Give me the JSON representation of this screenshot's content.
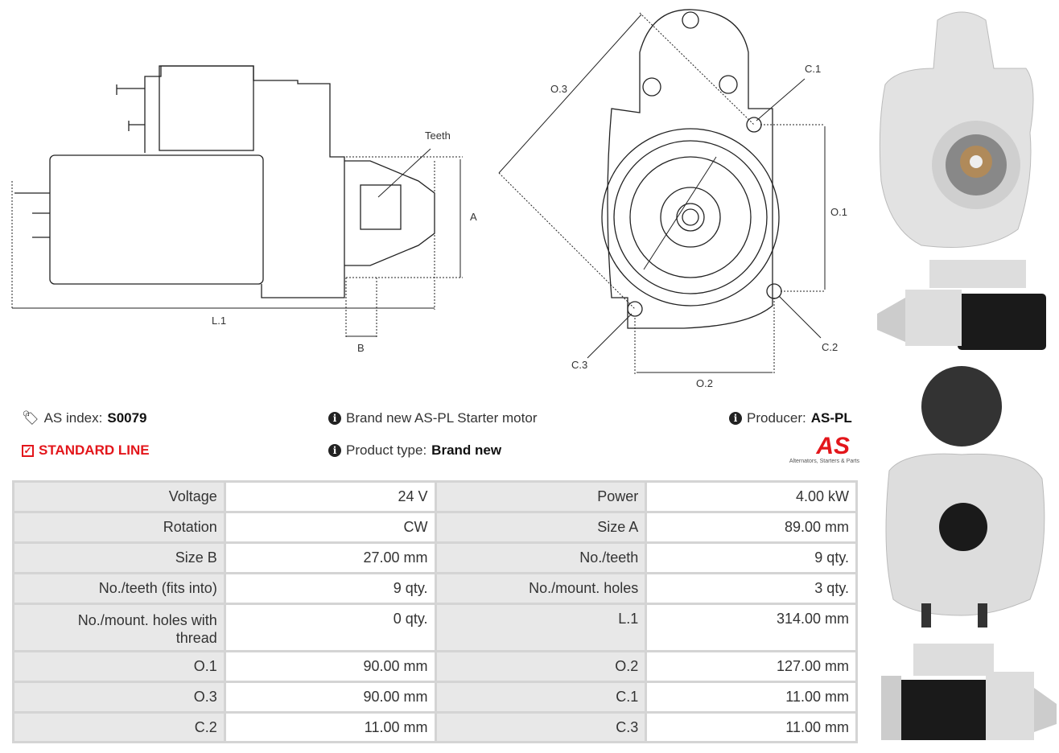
{
  "diagram_labels": {
    "teeth": "Teeth",
    "a": "A",
    "b": "B",
    "l1": "L.1",
    "o1": "O.1",
    "o2": "O.2",
    "o3": "O.3",
    "c1": "C.1",
    "c2": "C.2",
    "c3": "C.3"
  },
  "info": {
    "as_index_label": "AS index:",
    "as_index_value": "S0079",
    "standard_line": "STANDARD LINE",
    "description": "Brand new AS-PL Starter motor",
    "product_type_label": "Product type:",
    "product_type_value": "Brand new",
    "producer_label": "Producer:",
    "producer_value": "AS-PL"
  },
  "logo": {
    "text": "AS",
    "tagline": "Alternators, Starters & Parts"
  },
  "colors": {
    "accent": "#e3161b"
  },
  "specs": [
    [
      "Voltage",
      "24 V",
      "Power",
      "4.00 kW"
    ],
    [
      "Rotation",
      "CW",
      "Size A",
      "89.00 mm"
    ],
    [
      "Size B",
      "27.00 mm",
      "No./teeth",
      "9 qty."
    ],
    [
      "No./teeth (fits into)",
      "9 qty.",
      "No./mount. holes",
      "3 qty."
    ],
    [
      "No./mount. holes with thread",
      "0 qty.",
      "L.1",
      "314.00 mm"
    ],
    [
      "O.1",
      "90.00 mm",
      "O.2",
      "127.00 mm"
    ],
    [
      "O.3",
      "90.00 mm",
      "C.1",
      "11.00 mm"
    ],
    [
      "C.2",
      "11.00 mm",
      "C.3",
      "11.00 mm"
    ]
  ]
}
